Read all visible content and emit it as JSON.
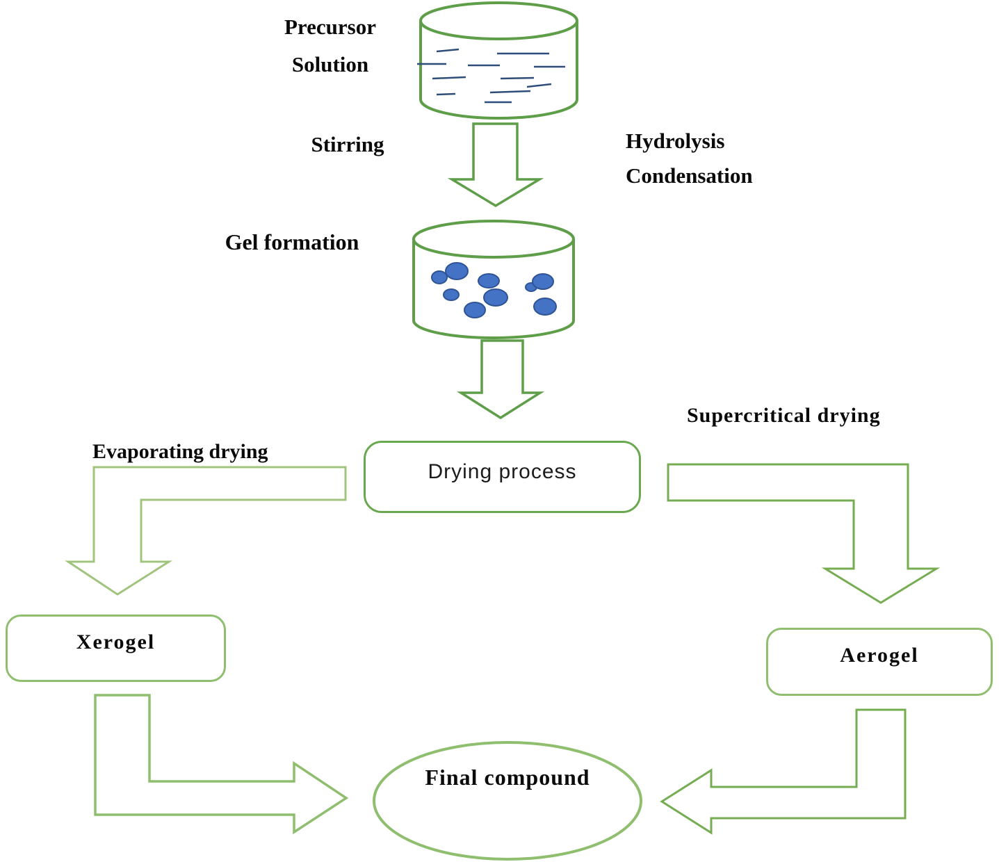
{
  "labels": {
    "precursor_line1": "Precursor",
    "precursor_line2": "Solution",
    "stirring": "Stirring",
    "hydrolysis": "Hydrolysis",
    "condensation": "Condensation",
    "gel_formation": "Gel formation",
    "drying_process": "Drying process",
    "evaporating_drying": "Evaporating drying",
    "supercritical_drying": "Supercritical drying",
    "xerogel": "Xerogel",
    "aerogel": "Aerogel",
    "final_compound": "Final compound"
  },
  "colors": {
    "green-dark": "#5f9e49",
    "green-main": "#6aa84f",
    "green-mid": "#76ad52",
    "green-light": "#8fbe6e",
    "green-pale": "#a0c47e",
    "liquid-line": "#2e4d7b",
    "blob-fill": "#4472c4",
    "blob-stroke": "#2f5496"
  }
}
